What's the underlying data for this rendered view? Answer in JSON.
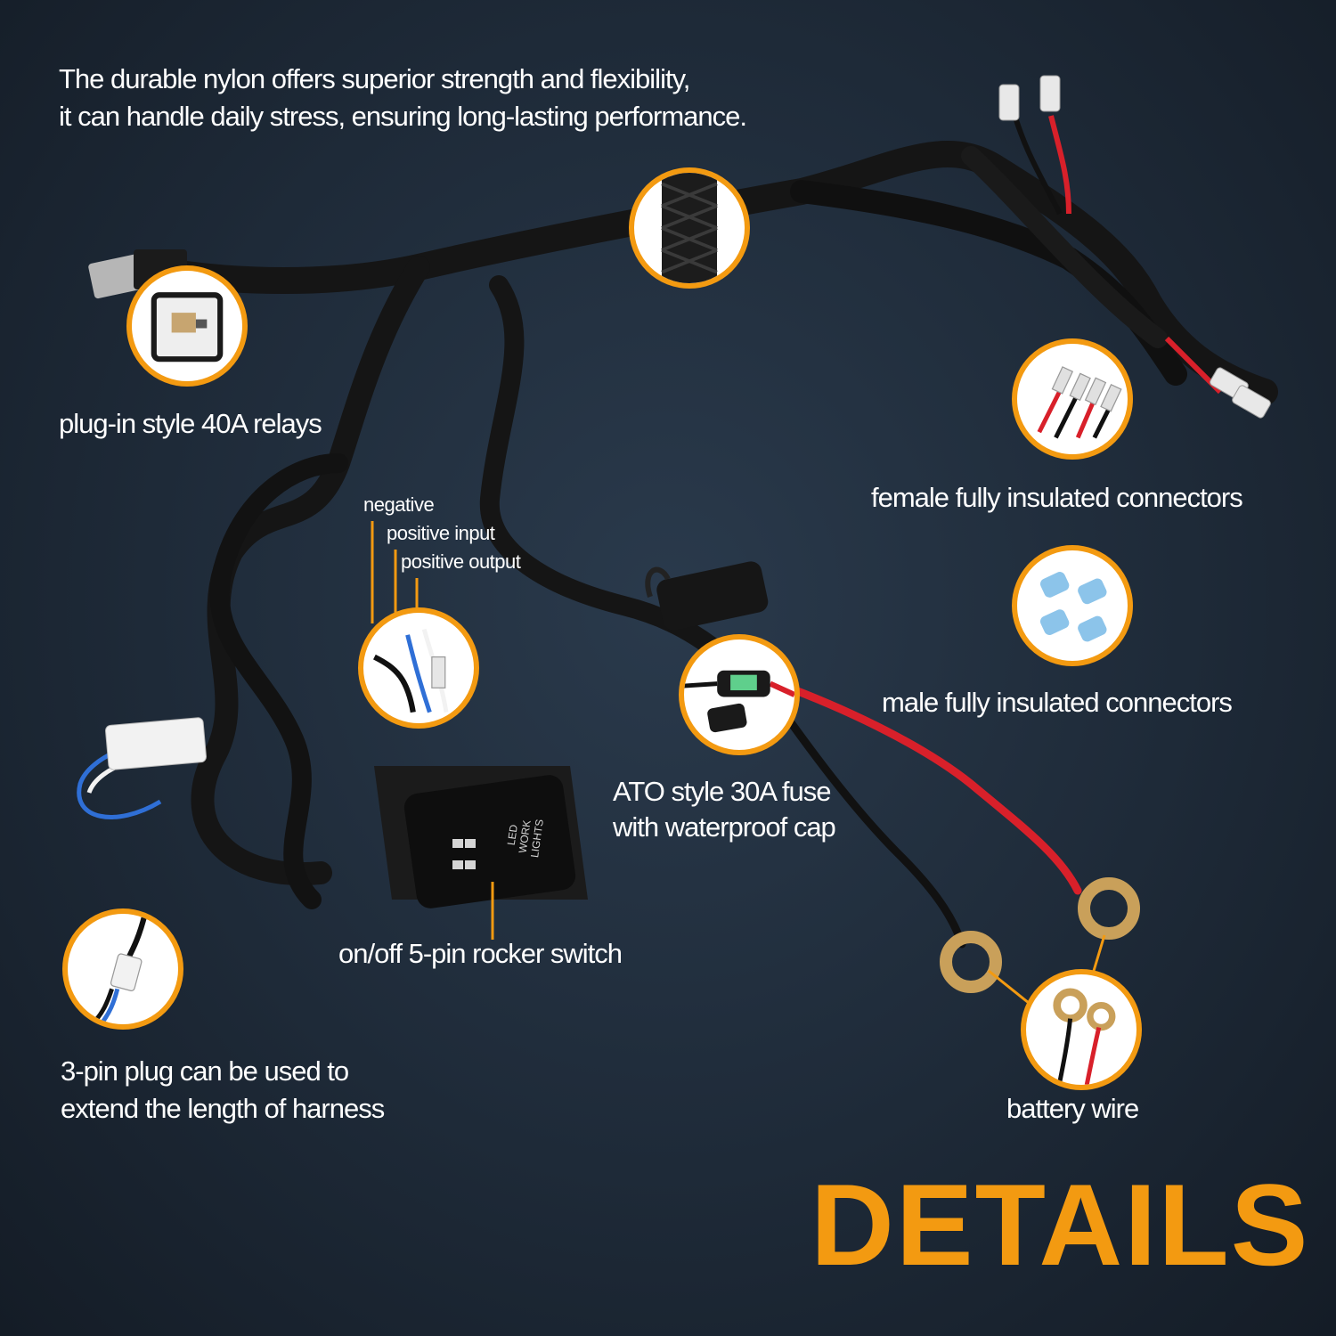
{
  "intro": {
    "line1": "The durable nylon offers superior strength and flexibility,",
    "line2": "it can handle daily stress, ensuring long-lasting performance."
  },
  "callouts": {
    "relay": "plug-in style 40A relays",
    "female_connectors": "female fully insulated connectors",
    "male_connectors": "male fully insulated connectors",
    "fuse_line1": "ATO style 30A fuse",
    "fuse_line2": "with waterproof cap",
    "switch": "on/off 5-pin rocker switch",
    "plug_line1": "3-pin plug can be used to",
    "plug_line2": "extend the length of harness",
    "battery": "battery wire"
  },
  "wire_labels": {
    "negative": "negative",
    "positive_input": "positive input",
    "positive_output": "positive output"
  },
  "switch_face": {
    "line1": "LED WORK",
    "line2": "LIGHTS"
  },
  "headline": "DETAILS",
  "colors": {
    "accent": "#f39a11",
    "background": "#1e2a38",
    "text": "#ffffff",
    "wire_red": "#d8202a",
    "sleeve": "#151515"
  }
}
